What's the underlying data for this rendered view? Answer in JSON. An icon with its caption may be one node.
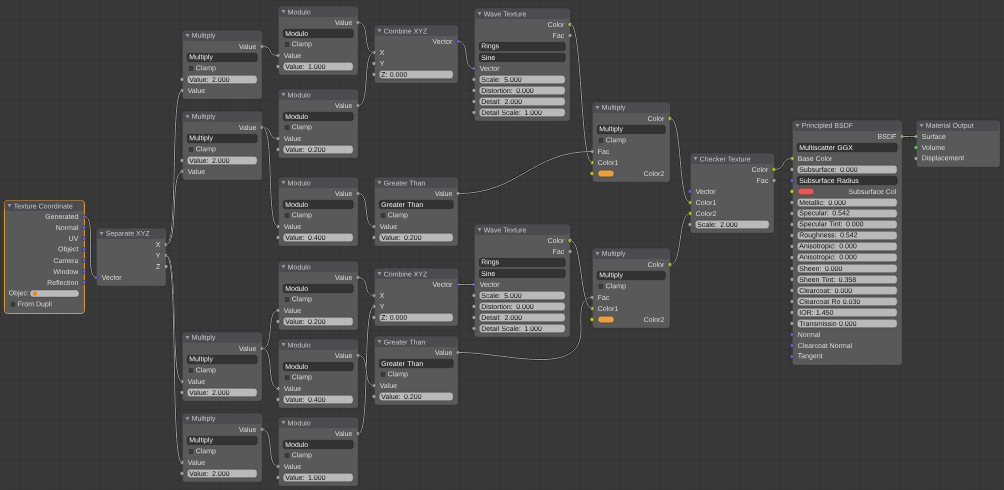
{
  "diagram": {
    "nodes": [
      {
        "text": [
          "Texture Coordinate",
          "Generated",
          "Normal",
          "UV",
          "Object",
          "Camera",
          "Window",
          "Reflection",
          "Objec:",
          "From Dupli"
        ]
      },
      {
        "text": [
          "Separate XYZ",
          "X",
          "Y",
          "Z",
          "Vector"
        ]
      },
      {
        "text": [
          "Multiply",
          "Value",
          "Multiply",
          "Clamp",
          "Value: 2.000",
          "Value"
        ]
      },
      {
        "text": [
          "Multiply",
          "Value",
          "Multiply",
          "Clamp",
          "Value: 2.000",
          "Value"
        ]
      },
      {
        "text": [
          "Modulo",
          "Value",
          "Modulo",
          "Clamp",
          "Value",
          "Value: 1.000"
        ]
      },
      {
        "text": [
          "Modulo",
          "Value",
          "Modulo",
          "Clamp",
          "Value",
          "Value: 0.200"
        ]
      },
      {
        "text": [
          "Modulo",
          "Value",
          "Modulo",
          "Clamp",
          "Value",
          "Value: 0.400"
        ]
      },
      {
        "text": [
          "Combine XYZ",
          "Vector",
          "X",
          "Y",
          "Z: 0.000"
        ]
      },
      {
        "text": [
          "Wave Texture",
          "Color",
          "Fac",
          "Rings",
          "Sine",
          "Vector",
          "Scale: 5.000",
          "Distortion: 0.000",
          "Detail: 2.000",
          "Detail Scale: 1.000"
        ]
      },
      {
        "text": [
          "Greater Than",
          "Value",
          "Greater Than",
          "Clamp",
          "Value",
          "Value: 0.200"
        ]
      },
      {
        "text": [
          "Multiply",
          "Color",
          "Multiply",
          "Clamp",
          "Fac",
          "Color1",
          "Color2"
        ]
      },
      {
        "text": [
          "Checker Texture",
          "Color",
          "Fac",
          "Vector",
          "Color1",
          "Color2",
          "Scale: 2.000"
        ]
      },
      {
        "text": [
          "Principled BSDF",
          "BSDF",
          "Multiscatter GGX",
          "Base Color",
          "Subsurface: 0.000",
          "Subsurface Radius",
          "Subsurface Col",
          "Metallic: 0.000",
          "Specular: 0.542",
          "Specular Tint: 0.000",
          "Roughness: 0.542",
          "Anisotropic: 0.000",
          "Anisotropic: 0.000",
          "Sheen: 0.000",
          "Sheen Tint: 0.358",
          "Clearcoat: 0.000",
          "Clearcoat Ro 0.030",
          "IOR: 1.450",
          "Transmissio 0.000",
          "Normal",
          "Clearcoat Normal",
          "Tangent"
        ]
      },
      {
        "text": [
          "Material Output",
          "Surface",
          "Volume",
          "Displacement"
        ]
      },
      {
        "text": [
          "Modulo",
          "Value",
          "Modulo",
          "Clamp",
          "Value",
          "Value: 0.200"
        ]
      },
      {
        "text": [
          "Multiply",
          "Value",
          "Multiply",
          "Clamp",
          "Value",
          "Value: 2.000"
        ]
      },
      {
        "text": [
          "Modulo",
          "Value",
          "Modulo",
          "Clamp",
          "Value",
          "Value: 0.400"
        ]
      },
      {
        "text": [
          "Multiply",
          "Value",
          "Multiply",
          "Clamp",
          "Value",
          "Value: 2.000"
        ]
      },
      {
        "text": [
          "Modulo",
          "Value",
          "Modulo",
          "Clamp",
          "Value",
          "Value: 1.000"
        ]
      },
      {
        "text": [
          "Combine XYZ",
          "Vector",
          "X",
          "Y",
          "Z: 0.000"
        ]
      },
      {
        "text": [
          "Greater Than",
          "Value",
          "Greater Than",
          "Clamp",
          "Value",
          "Value: 0.200"
        ]
      },
      {
        "text": [
          "Wave Texture",
          "Color",
          "Fac",
          "Rings",
          "Sine",
          "Vector",
          "Scale: 5.000",
          "Distortion: 0.000",
          "Detail: 2.000",
          "Detail Scale: 1.000"
        ]
      },
      {
        "text": [
          "Multiply",
          "Color",
          "Multiply",
          "Clamp",
          "Fac",
          "Color1",
          "Color2"
        ]
      }
    ],
    "edges": [
      {
        "from": 0,
        "to": 1,
        "arrow": "none"
      },
      {
        "from": 1,
        "to": 2,
        "arrow": "none"
      },
      {
        "from": 1,
        "to": 3,
        "arrow": "none"
      },
      {
        "from": 1,
        "to": 15,
        "arrow": "none"
      },
      {
        "from": 1,
        "to": 17,
        "arrow": "none"
      },
      {
        "from": 2,
        "to": 4,
        "arrow": "none"
      },
      {
        "from": 3,
        "to": 5,
        "arrow": "none"
      },
      {
        "from": 3,
        "to": 6,
        "arrow": "none"
      },
      {
        "from": 4,
        "to": 7,
        "arrow": "none"
      },
      {
        "from": 5,
        "to": 7,
        "arrow": "none"
      },
      {
        "from": 7,
        "to": 8,
        "arrow": "none"
      },
      {
        "from": 6,
        "to": 9,
        "arrow": "none"
      },
      {
        "from": 8,
        "to": 10,
        "arrow": "none"
      },
      {
        "from": 9,
        "to": 10,
        "arrow": "none"
      },
      {
        "from": 10,
        "to": 11,
        "arrow": "none"
      },
      {
        "from": 22,
        "to": 11,
        "arrow": "none"
      },
      {
        "from": 11,
        "to": 12,
        "arrow": "none"
      },
      {
        "from": 12,
        "to": 13,
        "arrow": "none"
      },
      {
        "from": 15,
        "to": 14,
        "arrow": "none"
      },
      {
        "from": 15,
        "to": 16,
        "arrow": "none"
      },
      {
        "from": 17,
        "to": 18,
        "arrow": "none"
      },
      {
        "from": 14,
        "to": 19,
        "arrow": "none"
      },
      {
        "from": 18,
        "to": 19,
        "arrow": "none"
      },
      {
        "from": 16,
        "to": 20,
        "arrow": "none"
      },
      {
        "from": 19,
        "to": 21,
        "arrow": "none"
      },
      {
        "from": 21,
        "to": 22,
        "arrow": "none"
      },
      {
        "from": 20,
        "to": 22,
        "arrow": "none"
      }
    ]
  }
}
